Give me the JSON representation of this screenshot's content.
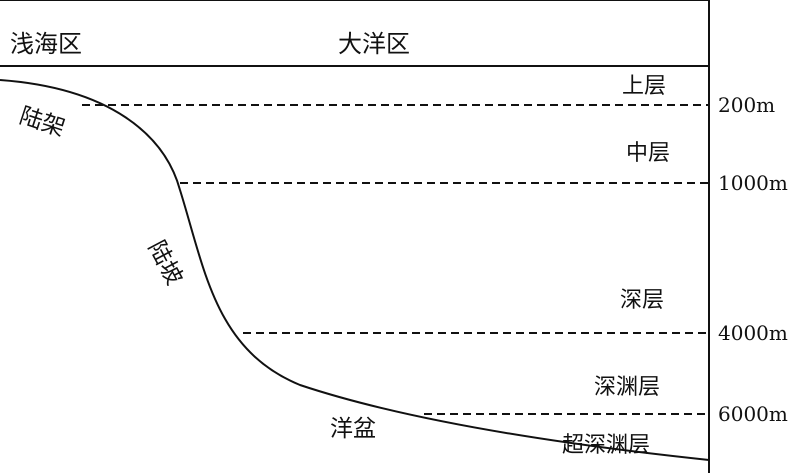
{
  "zones": {
    "shallow": "浅海区",
    "ocean": "大洋区"
  },
  "features": {
    "shelf": "陆架",
    "slope": "陆坡",
    "basin": "洋盆"
  },
  "layers": {
    "upper": "上层",
    "middle": "中层",
    "deep": "深层",
    "abyssal": "深渊层",
    "hadal": "超深渊层"
  },
  "depths": {
    "d200": "200m",
    "d1000": "1000m",
    "d4000": "4000m",
    "d6000": "6000m"
  },
  "colors": {
    "line": "#111111",
    "background": "#ffffff"
  }
}
